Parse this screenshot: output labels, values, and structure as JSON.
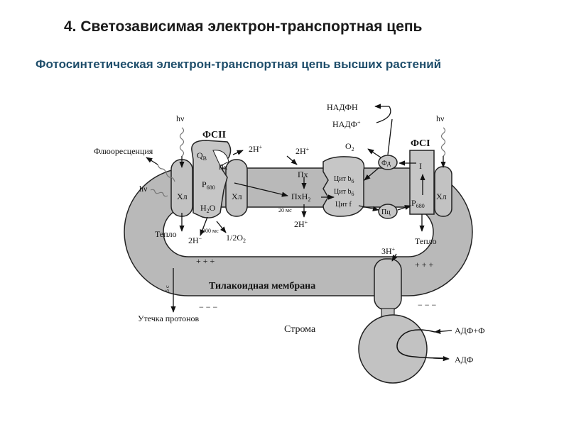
{
  "header": {
    "title": "4. Светозависимая  электрон-транспортная цепь",
    "subtitle": "Фотосинтетическая электрон-транспортная цепь высших растений"
  },
  "diagram": {
    "hv_left": "hν",
    "hv_left2": "hν",
    "hv_right": "hν",
    "fluorescence": "Флюоресценция",
    "psii": "ФСII",
    "psi": "ФСI",
    "qb": "Q",
    "qb_sub": "B",
    "pq_in_psii": "Пх",
    "p680": "P",
    "p680_sub": "680",
    "h2o": "H",
    "h2o_sub": "2",
    "h2o_end": "O",
    "chl_psii_left": "Хл",
    "chl_psii_right": "Хл",
    "chl_psi": "Хл",
    "heat_left": "Тепло",
    "heat_right": "Тепло",
    "time_300": "300 мс",
    "h_minus": "2H",
    "h_minus_sup": "−",
    "half_o2": "1/2O",
    "half_o2_sub": "2",
    "h2_plus_psii": "2H",
    "h2_plus_psii_sup": "+",
    "h2_plus_cyt": "2H",
    "h2_plus_cyt_sup": "+",
    "h2_plus_bottom": "2H",
    "h2_plus_bottom_sup": "+",
    "pq": "Пх",
    "pqh2": "ПхH",
    "pqh2_sub": "2",
    "time_20": "20 мс",
    "cyt_b6_1": "Цит b",
    "cyt_b6_1_sub": "6",
    "cyt_b6_2": "Цит b",
    "cyt_b6_2_sub": "6",
    "cyt_f": "Цит f",
    "pc": "Пц",
    "fd": "Фд",
    "fsi_one": "I",
    "p700": "P",
    "p700_sub": "680",
    "o2": "O",
    "o2_sub": "2",
    "nadph": "НАДФН",
    "nadp": "НАДФ",
    "nadp_sup": "+",
    "three_h": "3H",
    "three_h_sup": "+",
    "plus_left": "+ + +",
    "plus_right": "+ + +",
    "minus_left": "− − −",
    "minus_right": "− − −",
    "five_s": "5 с",
    "membrane": "Тилакоидная мембрана",
    "leak": "Утечка протонов",
    "stroma": "Строма",
    "adp_p": "АДФ+Ф",
    "atp": "АДФ"
  }
}
